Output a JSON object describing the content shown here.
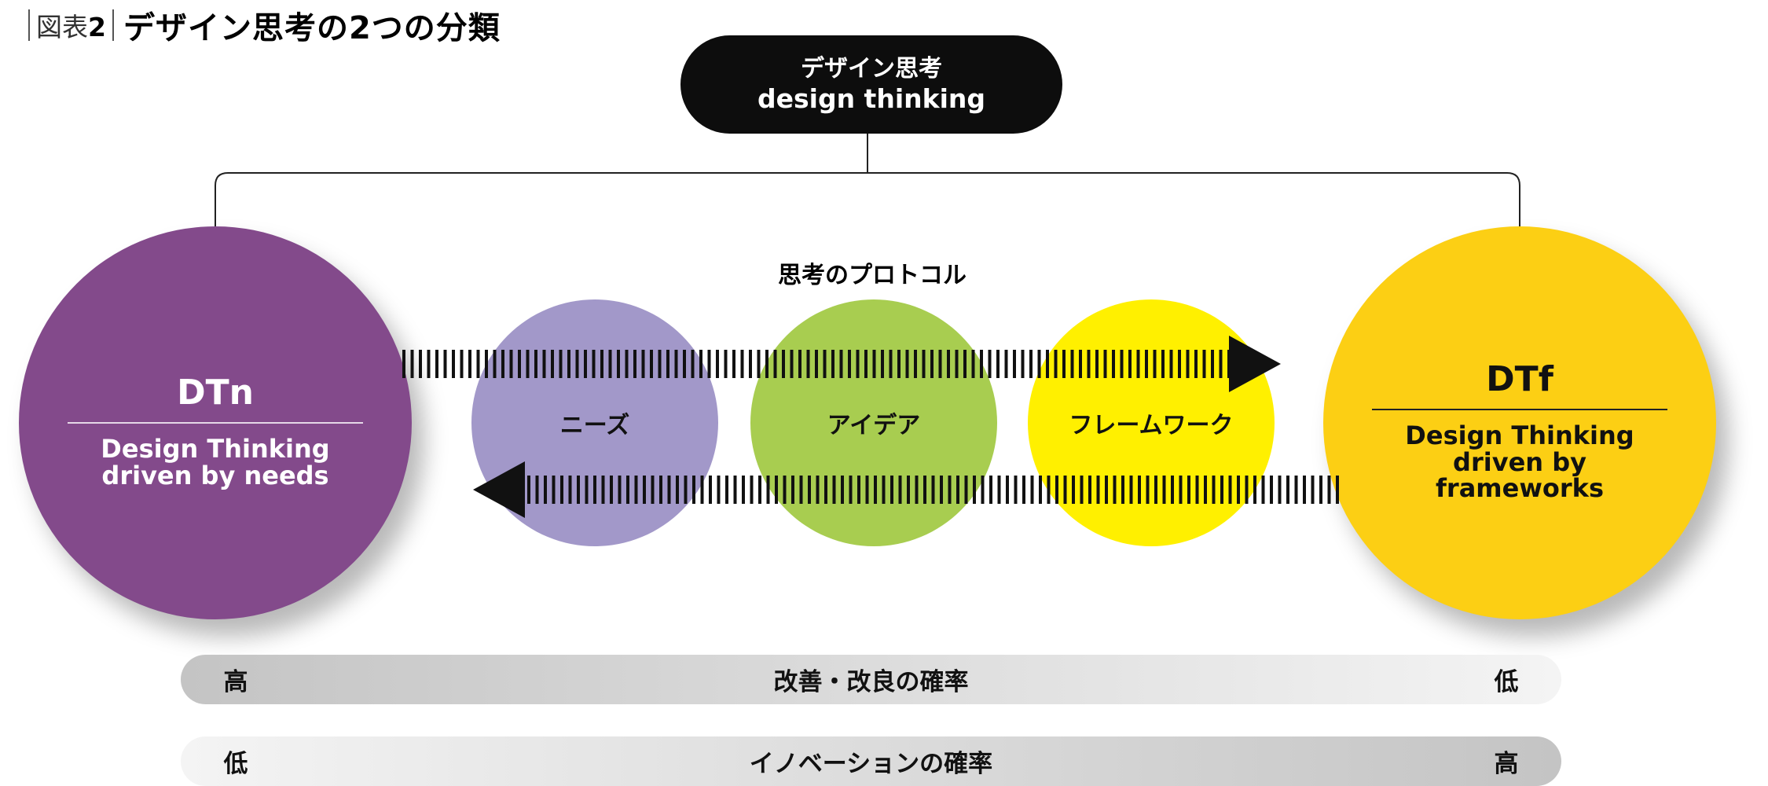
{
  "header": {
    "label_prefix": "図表",
    "label_number": "2",
    "title": "デザイン思考の2つの分類"
  },
  "root": {
    "jp": "デザイン思考",
    "en": "design thinking"
  },
  "dtn": {
    "abbr": "DTn",
    "desc": "Design Thinking driven by needs",
    "color": "#834a8b"
  },
  "dtf": {
    "abbr": "DTf",
    "desc": "Design Thinking driven by frameworks",
    "color": "#fccf14"
  },
  "protocol": {
    "label": "思考のプロトコル",
    "steps": [
      {
        "label": "ニーズ",
        "color": "#a298c9"
      },
      {
        "label": "アイデア",
        "color": "#a8cd50"
      },
      {
        "label": "フレームワーク",
        "color": "#fff000"
      }
    ]
  },
  "scales": [
    {
      "left": "高",
      "label": "改善・改良の確率",
      "right": "低"
    },
    {
      "left": "低",
      "label": "イノベーションの確率",
      "right": "高"
    }
  ]
}
